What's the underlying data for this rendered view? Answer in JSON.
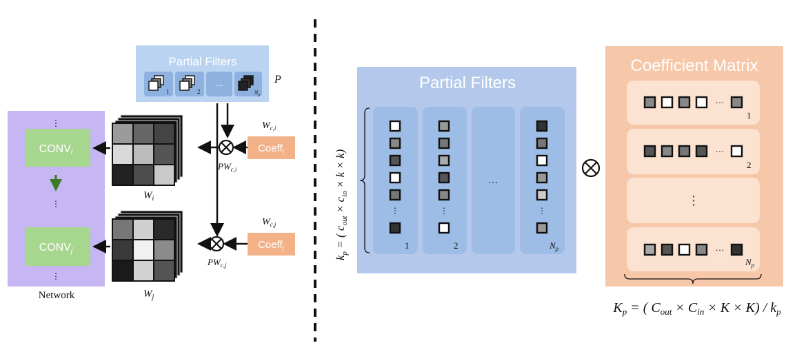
{
  "left": {
    "partial_filters_title": "Partial Filters",
    "p_label": "P",
    "ellipsis": "...",
    "filter_subscripts": [
      "1",
      "2",
      "N_p"
    ],
    "network_label": "Network",
    "conv_i": "CONV",
    "conv_i_sub": "i",
    "conv_j": "CONV",
    "conv_j_sub": "j",
    "coeff": "Coeff",
    "coeff_i_sub": "i",
    "coeff_j_sub": "j",
    "w_ci": "W",
    "w_ci_sub": "c,i",
    "w_cj": "W",
    "w_cj_sub": "c,j",
    "pw_ci": "PW",
    "pw_ci_sub": "c,i",
    "pw_cj": "PW",
    "pw_cj_sub": "c,j",
    "wi": "W",
    "wi_sub": "i",
    "wj": "W",
    "wj_sub": "j",
    "vdots": "⋮"
  },
  "right": {
    "partial_filters_title": "Partial Filters",
    "coefficient_title": "Coefficient Matrix",
    "column_labels": [
      "1",
      "2",
      "N_p"
    ],
    "row_labels": [
      "1",
      "2",
      "N_p"
    ],
    "middle_ellipsis": "…",
    "kp_axis": "k",
    "kp_axis_sub": "p",
    "kp_axis_rest": " = ( c",
    "kp_out": "out",
    "kp_times1": " × c",
    "kp_in": "in",
    "kp_tail": " × k × k)",
    "Kp_formula_K": "K",
    "Kp_formula_sub": "p",
    "Kp_formula_mid": " = ( C",
    "Kp_out": "out",
    "Kp_times": " × C",
    "Kp_in": "in",
    "Kp_tail": " × K × K) / k",
    "Kp_tail_sub": "p",
    "otimes": "⊗"
  },
  "colors": {
    "blue_panel": "#b7cfee",
    "blue_panel_dark": "#aac3e7",
    "blue_column": "#9dbde6",
    "purple_panel": "#c5b4f4",
    "green_box": "#a5d58c",
    "orange_box": "#f2b186",
    "orange_panel": "#f6c7a8",
    "orange_row": "#fbe2d1"
  }
}
